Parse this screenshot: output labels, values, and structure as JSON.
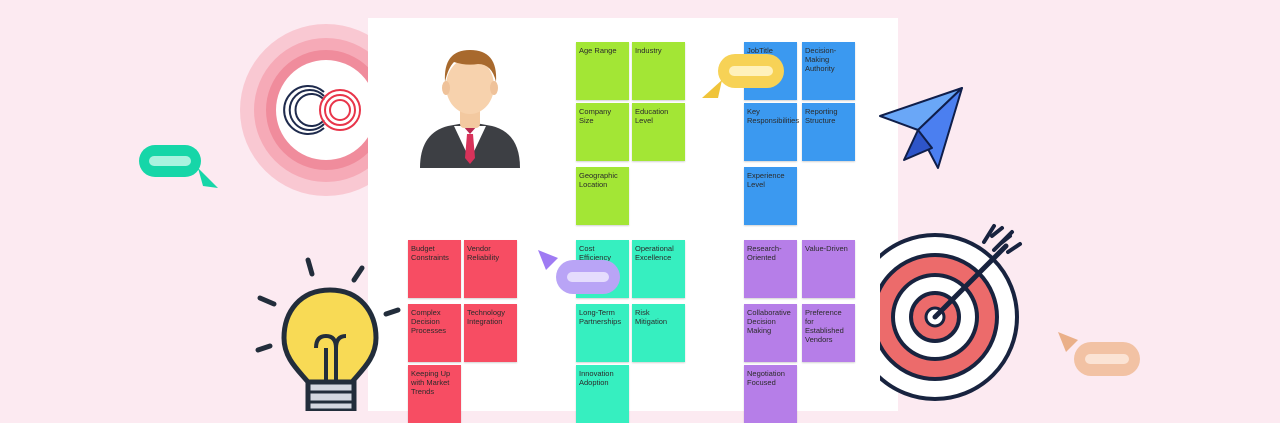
{
  "colors": {
    "background": "#fceaf1",
    "board": "#ffffff",
    "green": "#a3e635",
    "blue": "#3b99f0",
    "red": "#f74d63",
    "teal": "#36efc0",
    "purple": "#b67ee8"
  },
  "groups": {
    "demographics": [
      "Age Range",
      "Industry",
      "Company Size",
      "Education Level",
      "Geographic Location"
    ],
    "role": [
      "JobTitle",
      "Decision-Making Authority",
      "Key Responsibilities",
      "Reporting Structure",
      "Experience Level"
    ],
    "challenges": [
      "Budget Constraints",
      "Vendor Reliability",
      "Complex Decision Processes",
      "Technology Integration",
      "Keeping Up with Market Trends"
    ],
    "goals": [
      "Cost Efficiency",
      "Operational Excellence",
      "Long-Term Partnerships",
      "Risk Mitigation",
      "Innovation Adoption"
    ],
    "behaviors": [
      "Research-Oriented",
      "Value-Driven",
      "Collaborative Decision Making",
      "Preference for Established Vendors",
      "Negotiation Focused"
    ]
  },
  "icons": {
    "logo": "logo-icon",
    "avatar": "businessman-avatar-icon",
    "plane": "paper-plane-icon",
    "target": "target-icon",
    "bulb": "lightbulb-icon",
    "comment": "comment-cursor-icon"
  }
}
